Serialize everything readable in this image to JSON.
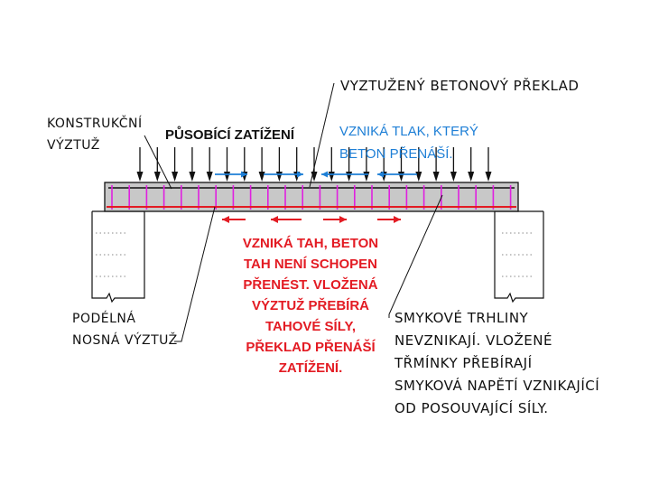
{
  "labels": {
    "lintel": "VYZTUŽENÝ  BETONOVÝ  PŘEKLAD",
    "construct_1": "KONSTRUKČNÍ",
    "construct_2": "VÝZTUŽ",
    "load": "PŮSOBÍCÍ ZATÍŽENÍ",
    "compression_1": "VZNIKÁ TLAK, KTERÝ",
    "compression_2": "BETON PŘENÁŠÍ.",
    "tension_1": "VZNIKÁ TAH, BETON",
    "tension_2": "TAH NENÍ SCHOPEN",
    "tension_3": "PŘENÉST. VLOŽENÁ",
    "tension_4": "VÝZTUŽ PŘEBÍRÁ",
    "tension_5": "TAHOVÉ SÍLY,",
    "tension_6": "PŘEKLAD PŘENÁŠÍ",
    "tension_7": "ZATÍŽENÍ.",
    "long_1": "PODÉLNÁ",
    "long_2": "NOSNÁ VÝZTUŽ",
    "shear_1": "SMYKOVÉ  TRHLINY",
    "shear_2": "NEVZNIKAJÍ.  VLOŽENÉ",
    "shear_3": "TŘMÍNKY  PŘEBÍRAJÍ",
    "shear_4": "SMYKOVÁ  NAPĚTÍ  VZNIKAJÍCÍ",
    "shear_5": "OD  POSOUVAJÍCÍ  SÍLY."
  },
  "colors": {
    "beam_fill": "#c8c8c8",
    "stirrup": "#e020e0",
    "rebar": "#e31b23",
    "compression": "#1e7fd6",
    "tension": "#e31b23",
    "line": "#111111"
  }
}
